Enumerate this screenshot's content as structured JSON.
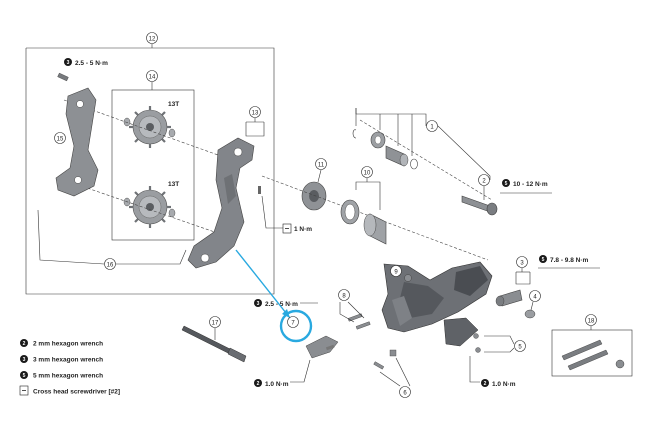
{
  "callouts": {
    "c1": "1",
    "c2": "2",
    "c3": "3",
    "c4": "4",
    "c5": "5",
    "c6": "6",
    "c7": "7",
    "c8": "8",
    "c9": "9",
    "c10": "10",
    "c11": "11",
    "c12": "12",
    "c13": "13",
    "c14": "14",
    "c15": "15",
    "c16": "16",
    "c17": "17",
    "c18": "18"
  },
  "tooth_counts": {
    "upper": "13T",
    "lower": "13T"
  },
  "torques": {
    "top_left": "2.5 - 5 N·m",
    "mid_left": "2.5 - 5 N·m",
    "bottom_left": "1.0 N·m",
    "bottom_mid": "1.0 N·m",
    "screw_1nm": "1 N·m",
    "pivot_bolt": "10 - 12 N·m",
    "b_axle": "7.8 - 9.8 N·m"
  },
  "tool_badges": {
    "hex2": "2",
    "hex3": "3",
    "hex5": "5"
  },
  "legend": [
    {
      "badge": "2",
      "label": "2 mm hexagon wrench"
    },
    {
      "badge": "3",
      "label": "3 mm hexagon wrench"
    },
    {
      "badge": "5",
      "label": "5 mm hexagon wrench"
    },
    {
      "badge": "",
      "label": "Cross head screwdriver [#2]"
    }
  ],
  "colors": {
    "highlight": "#29a9e0",
    "part_fill": "#8a8d91",
    "part_dark": "#4d5055",
    "badge": "#1a1a1a"
  }
}
